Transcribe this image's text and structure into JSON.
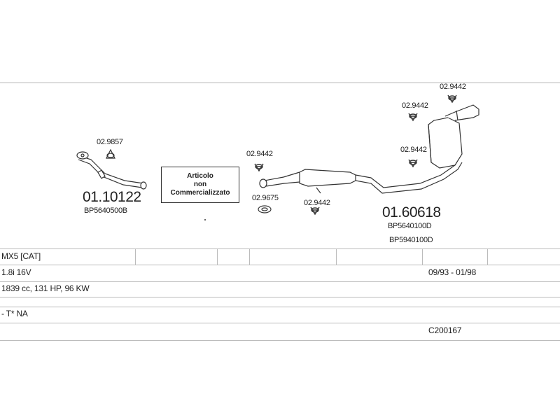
{
  "diagram": {
    "parts": {
      "front_pipe": {
        "code": "01.10122",
        "ref": "BP5640500B"
      },
      "gasket_front": {
        "code": "02.9857"
      },
      "clamp_center_1": {
        "code": "02.9442"
      },
      "gasket_center": {
        "code": "02.9675"
      },
      "clamp_center_2": {
        "code": "02.9442"
      },
      "clamp_rear_1": {
        "code": "02.9442"
      },
      "clamp_rear_2": {
        "code": "02.9442"
      },
      "clamp_rear_3": {
        "code": "02.9442"
      },
      "rear_silencer": {
        "code": "01.60618",
        "refs": [
          "BP5640100D",
          "BP5940100D"
        ]
      }
    },
    "notice": {
      "line1": "Articolo",
      "line2": "non",
      "line3": "Commercializzato"
    }
  },
  "vehicle": {
    "model": "MX5  [CAT]",
    "engine": "1.8i 16V",
    "years": "09/93 - 01/98",
    "specs": "1839 cc, 131 HP, 96 KW",
    "note": "- T* NA",
    "catalog_code": "C200167"
  },
  "colors": {
    "line": "#333333",
    "grid": "#bbbbbb",
    "text": "#222222"
  }
}
